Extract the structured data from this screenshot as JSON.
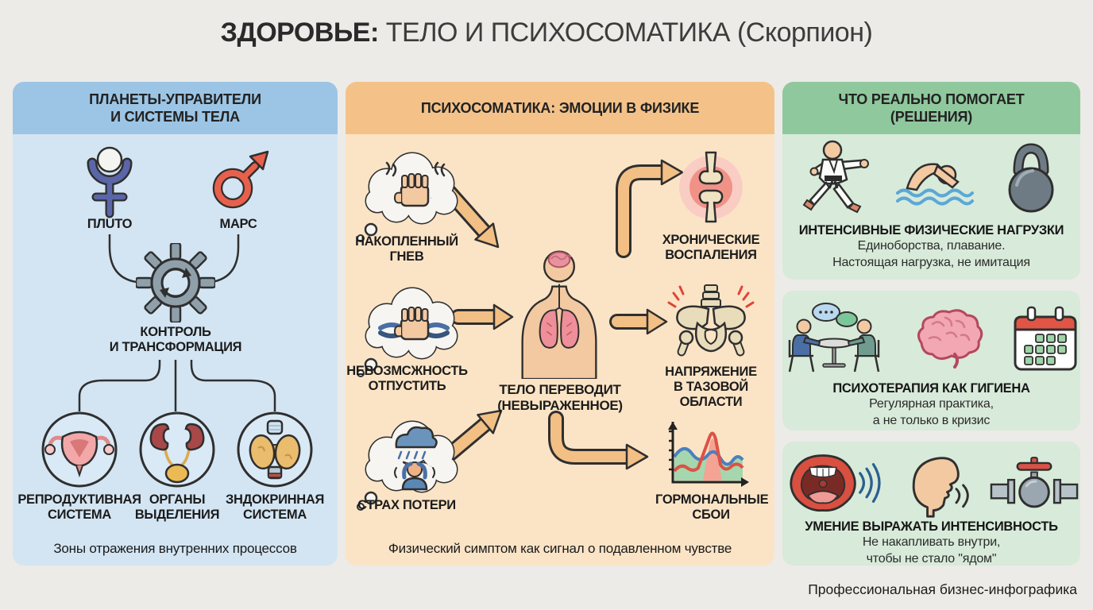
{
  "page": {
    "title_bold": "ЗДОРОВЬЕ:",
    "title_rest": "ТЕЛО И ПСИХОСОМАТИКА (Скорпион)",
    "credit": "Профессиональная бизнес-инфографика"
  },
  "colors": {
    "page_bg": "#ecebe8",
    "left_header": "#9cc5e5",
    "left_body": "#d3e5f3",
    "middle_header": "#f4c289",
    "middle_body": "#fbe4c6",
    "right_header": "#90c89d",
    "right_body": "#d8ead9",
    "arrow_fill": "#f2bf85",
    "pluto_blue": "#5a66a8",
    "mars_red": "#e8604c"
  },
  "left_panel": {
    "header_line1": "ПЛАНЕТЫ-УПРАВИТЕЛИ",
    "header_line2": "И СИСТЕМЫ ТЕЛА",
    "planets": [
      {
        "label": "ПЛUТО",
        "icon": "pluto-symbol"
      },
      {
        "label": "МАРС",
        "icon": "mars-symbol"
      }
    ],
    "hub": {
      "icon": "gear-icon",
      "label_line1": "КОНТРОЛЬ",
      "label_line2": "И ТРАНСФОРМАЦИЯ"
    },
    "systems": [
      {
        "icon": "uterus-icon",
        "label_line1": "РЕПРОДУКТИВНАЯ",
        "label_line2": "СИСТЕМА"
      },
      {
        "icon": "kidneys-icon",
        "label_line1": "ОРГАНЫ",
        "label_line2": "ВЫДЕЛЕНИЯ"
      },
      {
        "icon": "thyroid-icon",
        "label_line1": "ЗНДОКРИННАЯ",
        "label_line2": "СИСТЕМА"
      }
    ],
    "footer": "Зоны отражения внутренних процессов"
  },
  "middle_panel": {
    "header": "ПСИХОСОМАТИКА: ЭМОЦИИ В ФИЗИКЕ",
    "emotions": [
      {
        "icon": "anger-fist-cloud-icon",
        "label_line1": "НАКОПЛЕННЫЙ",
        "label_line2": "ГНЕВ"
      },
      {
        "icon": "grip-rope-cloud-icon",
        "label_line1": "НЕВОЗМСЖНОСТЬ",
        "label_line2": "ОТПУСТИТЬ"
      },
      {
        "icon": "sorrow-rain-cloud-icon",
        "label_line1": "СТРАХ ПОТЕРИ",
        "label_line2": ""
      }
    ],
    "body": {
      "icon": "human-body-icon",
      "label_line1": "ТЕЛО ПЕРЕВОДИТ",
      "label_line2": "(НЕВЫРАЖЕННОЕ)"
    },
    "symptoms": [
      {
        "icon": "inflamed-joint-icon",
        "label_line1": "ХРОНИЧЕСКИЕ",
        "label_line2": "ВОСПАЛЕНИЯ"
      },
      {
        "icon": "pelvis-icon",
        "label_line1": "НАПРЯЖЕНИЕ",
        "label_line2": "В ТАЗОВОЙ ОБЛАСТИ"
      },
      {
        "icon": "hormone-chart-icon",
        "label_line1": "ГОРМОНАЛЬНЫЕ",
        "label_line2": "СБОИ"
      }
    ],
    "footer": "Физический симптом как сигнал о подавленном чувстве"
  },
  "right_panel": {
    "header_line1": "ЧТО РЕАЛЬНО ПОМОГАЕТ",
    "header_line2": "(РЕШЕНИЯ)",
    "cards": [
      {
        "icons": [
          "karate-icon",
          "swimmer-icon",
          "kettlebell-icon"
        ],
        "title": "ИНТЕНСИВНЫЕ ФИЗИЧЕСКИЕ НАГРУЗКИ",
        "subtitle_line1": "Единоборства, плавание.",
        "subtitle_line2": "Настоящая нагрузка, не имитация"
      },
      {
        "icons": [
          "therapy-talk-icon",
          "brain-icon",
          "calendar-icon"
        ],
        "title": "ПСИХОТЕРАПИЯ КАК ГИГИЕНА",
        "subtitle_line1": "Регулярная практика,",
        "subtitle_line2": "а не только в кризис"
      },
      {
        "icons": [
          "mouth-shout-icon",
          "speaking-head-icon",
          "valve-icon"
        ],
        "title": "УМЕНИЕ ВЫРАЖАТЬ ИНТЕНСИВНОСТЬ",
        "subtitle_line1": "Не накапливать внутри,",
        "subtitle_line2": "чтобы не стало \"ядом\""
      }
    ]
  }
}
